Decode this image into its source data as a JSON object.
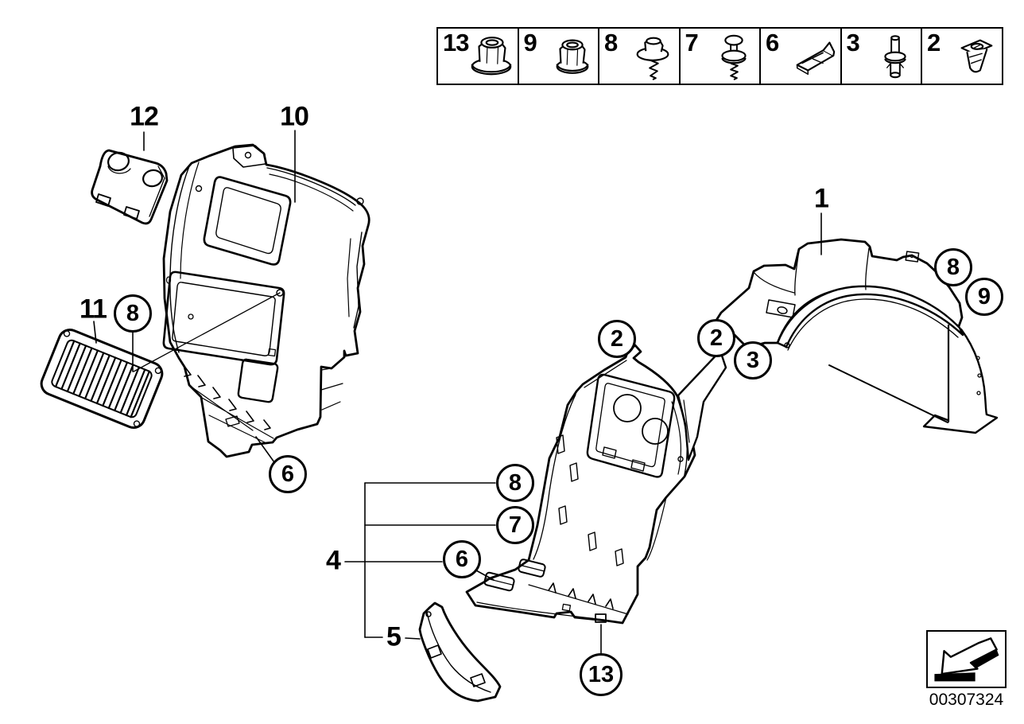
{
  "legend": {
    "items": [
      {
        "number": "13",
        "icon": "nut-with-large-washer-icon"
      },
      {
        "number": "9",
        "icon": "flange-nut-icon"
      },
      {
        "number": "8",
        "icon": "screw-with-washer-icon"
      },
      {
        "number": "7",
        "icon": "expanding-screw-rivet-icon"
      },
      {
        "number": "6",
        "icon": "clip-nut-icon"
      },
      {
        "number": "3",
        "icon": "expanding-rivet-icon"
      },
      {
        "number": "2",
        "icon": "expanding-nut-icon"
      }
    ]
  },
  "part_labels": [
    "12",
    "10",
    "11",
    "1",
    "4",
    "5"
  ],
  "callouts": [
    "8",
    "6",
    "2",
    "8",
    "7",
    "6",
    "13",
    "2",
    "3",
    "8",
    "9"
  ],
  "footer": {
    "drawing_number": "00307324"
  },
  "colors": {
    "line": "#000000",
    "background": "#ffffff"
  }
}
